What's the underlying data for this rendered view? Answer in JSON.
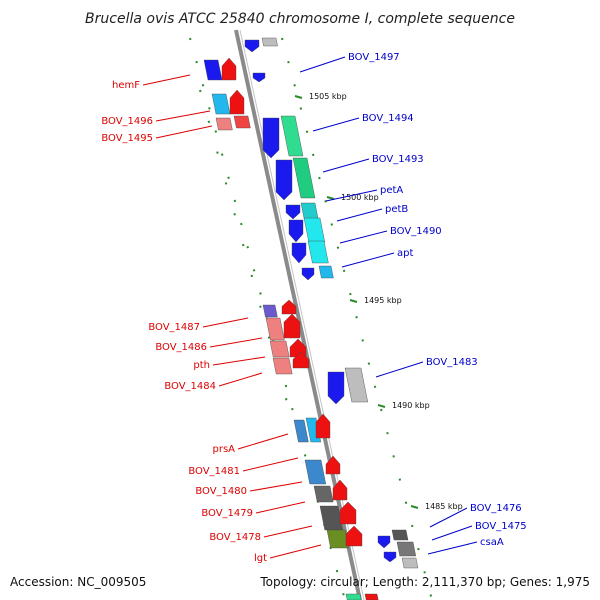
{
  "title": "Brucella ovis ATCC 25840 chromosome I, complete sequence",
  "footer": {
    "accession": "Accession: NC_009505",
    "summary": "Topology: circular; Length: 2,111,370 bp; Genes: 1,975"
  },
  "colors": {
    "backbone": "#8a8a8a",
    "tick": "#2a8a2a",
    "left_label": "#dd0000",
    "right_label": "#0000cc"
  },
  "ticks": [
    "1505 kbp",
    "1500 kbp",
    "1495 kbp",
    "1490 kbp",
    "1485 kbp"
  ],
  "left_genes": [
    "hemF",
    "BOV_1496",
    "BOV_1495",
    "BOV_1487",
    "BOV_1486",
    "pth",
    "BOV_1484",
    "prsA",
    "BOV_1481",
    "BOV_1480",
    "BOV_1479",
    "BOV_1478",
    "lgt"
  ],
  "right_genes": [
    "BOV_1497",
    "BOV_1494",
    "BOV_1493",
    "petA",
    "petB",
    "BOV_1490",
    "apt",
    "BOV_1483",
    "BOV_1476",
    "BOV_1475",
    "csaA"
  ]
}
